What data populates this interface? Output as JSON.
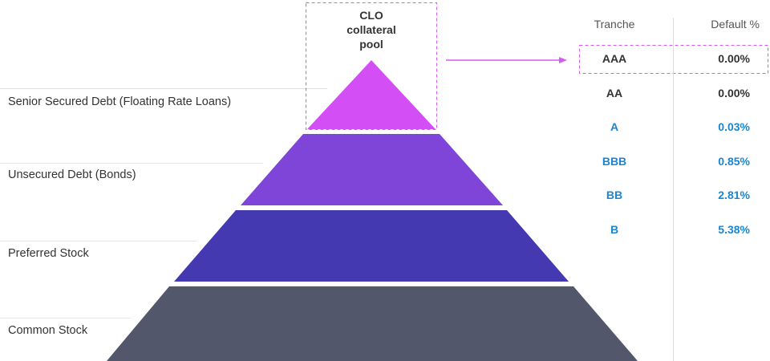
{
  "pyramid": {
    "pool_label": [
      "CLO",
      "collateral",
      "pool"
    ],
    "tiers": [
      {
        "label": "Senior Secured Debt (Floating Rate Loans)",
        "color": "#d34ff5"
      },
      {
        "label": "Unsecured Debt (Bonds)",
        "color": "#7e45d8"
      },
      {
        "label": "Preferred Stock",
        "color": "#4439b0"
      },
      {
        "label": "Common Stock",
        "color": "#52576b"
      }
    ]
  },
  "table": {
    "headers": {
      "tranche": "Tranche",
      "default": "Default %"
    },
    "rows": [
      {
        "tranche": "AAA",
        "default": "0.00%",
        "color": "#333333"
      },
      {
        "tranche": "AA",
        "default": "0.00%",
        "color": "#333333"
      },
      {
        "tranche": "A",
        "default": "0.03%",
        "color": "#1a86d0"
      },
      {
        "tranche": "BBB",
        "default": "0.85%",
        "color": "#1a86d0"
      },
      {
        "tranche": "BB",
        "default": "2.81%",
        "color": "#1a86d0"
      },
      {
        "tranche": "B",
        "default": "5.38%",
        "color": "#1a86d0"
      }
    ]
  },
  "accent": "#d45cf0"
}
